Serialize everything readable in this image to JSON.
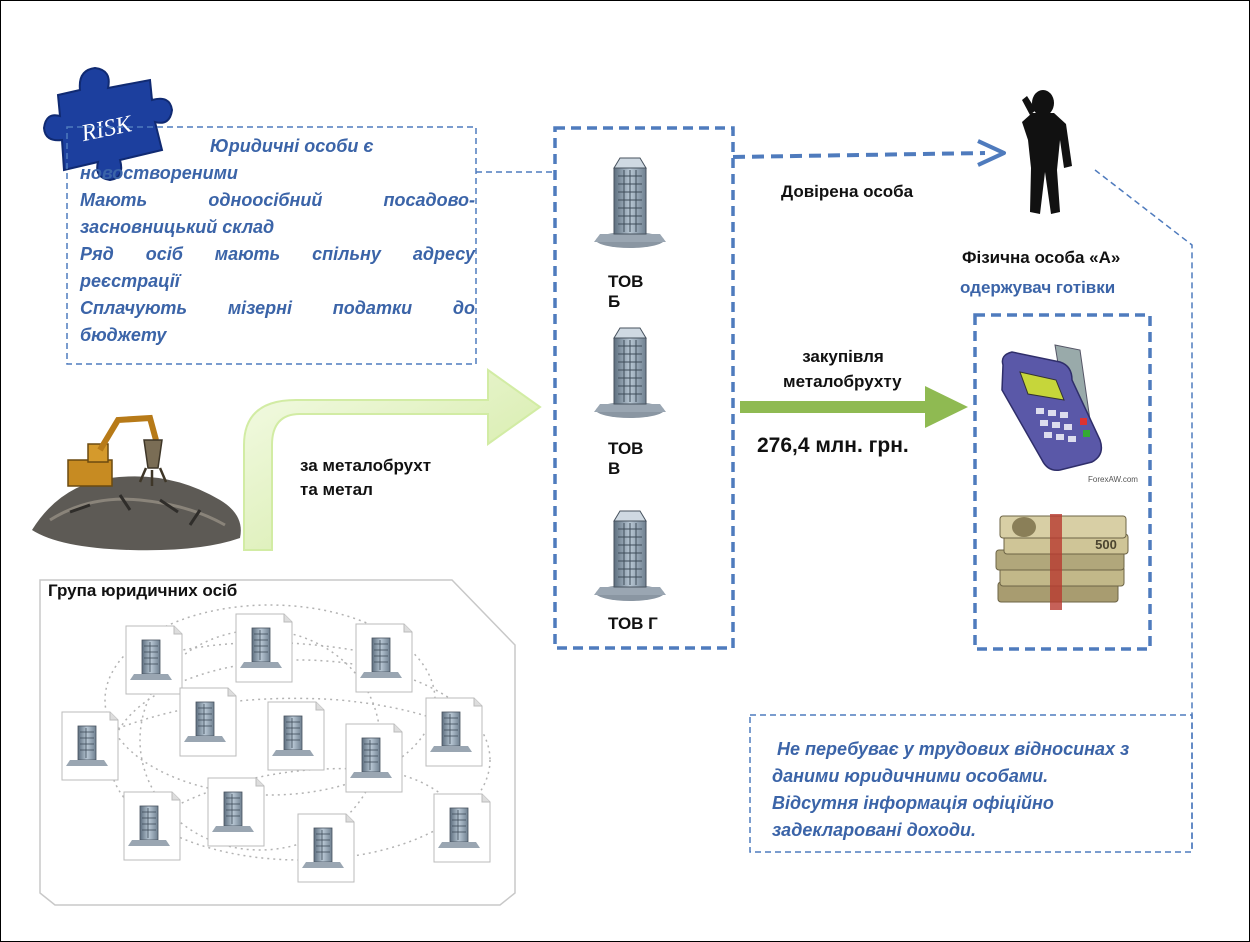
{
  "risk_badge": "RISK",
  "risk_note": {
    "lines": [
      "Юридичні особи є",
      "новоствореними",
      "Мають одноосібний посадово-",
      "засновницький склад",
      "Ряд осіб мають спільну адресу",
      "реєстрації",
      "Сплачують мізерні податки до",
      "бюджету"
    ]
  },
  "companies": [
    "ТОВ Б",
    "ТОВ В",
    "ТОВ Г"
  ],
  "group_title": "Група юридичних осіб",
  "flow_scrap": {
    "line1": "за металобрухт",
    "line2": "та метал"
  },
  "flow_purchase": {
    "line1": "закупівля",
    "line2": "металобрухту",
    "amount": "276,4 млн. грн."
  },
  "trustee_label": "Довірена особа",
  "person": {
    "title": "Фізична особа «А»",
    "role": "одержувач готівки"
  },
  "terminal_caption": "ForexAW.com",
  "banknote_value": "500",
  "person_note": {
    "lines": [
      " Не перебуває у трудових відносинах з",
      "даними юридичними особами.",
      "Відсутня інформація офіційно",
      "задекларовані доходи."
    ]
  },
  "colors": {
    "accent_blue": "#4f7bbd",
    "text_blue": "#3b64a8",
    "green_arrow": "#8fba52",
    "light_green": "#e2f4c0"
  }
}
